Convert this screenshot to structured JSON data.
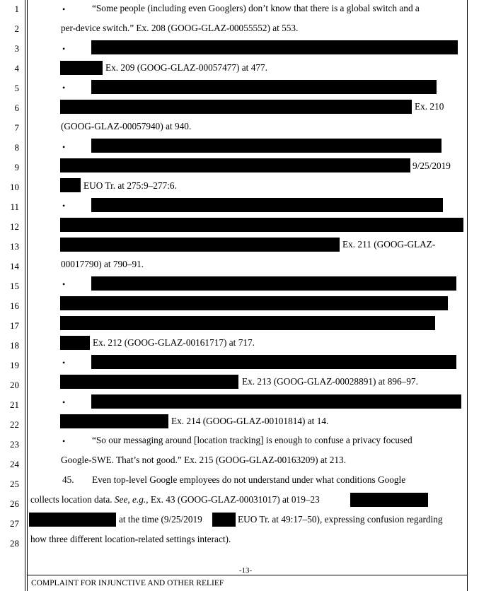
{
  "line_numbers": [
    "1",
    "2",
    "3",
    "4",
    "5",
    "6",
    "7",
    "8",
    "9",
    "10",
    "11",
    "12",
    "13",
    "14",
    "15",
    "16",
    "17",
    "18",
    "19",
    "20",
    "21",
    "22",
    "23",
    "24",
    "25",
    "26",
    "27",
    "28"
  ],
  "bullet_glyph": "•",
  "lines": {
    "l1": "“Some people (including even Googlers) don’t know that there is a global switch and a",
    "l2": "per-device switch.” Ex. 208 (GOOG-GLAZ-00055552) at 553.",
    "l4": "Ex. 209 (GOOG-GLAZ-00057477) at 477.",
    "l6": "Ex. 210",
    "l7": "(GOOG-GLAZ-00057940) at 940.",
    "l9": "9/25/2019",
    "l10": "EUO Tr. at 275:9–277:6.",
    "l13": "Ex. 211 (GOOG-GLAZ-",
    "l14": "00017790) at 790–91.",
    "l18": "Ex. 212 (GOOG-GLAZ-00161717) at 717.",
    "l20": "Ex. 213 (GOOG-GLAZ-00028891) at 896–97.",
    "l22": "Ex. 214 (GOOG-GLAZ-00101814) at 14.",
    "l23": "“So our messaging around [location tracking] is enough to confuse a privacy focused",
    "l24": "Google-SWE. That’s not good.” Ex. 215 (GOOG-GLAZ-00163209) at 213.",
    "l25_num": "45.",
    "l25": "Even top-level Google employees do not understand under what conditions Google",
    "l26a": "collects location data.",
    "l26b": "See, e.g.",
    "l26c": ", Ex. 43 (GOOG-GLAZ-00031017) at 019–23",
    "l27a": "at the time (9/25/2019",
    "l27b": "EUO Tr. at 49:17–50), expressing confusion regarding",
    "l28": "how three different location-related settings interact)."
  },
  "footer": {
    "page_number": "-13-",
    "title": "COMPLAINT FOR INJUNCTIVE AND OTHER RELIEF"
  }
}
